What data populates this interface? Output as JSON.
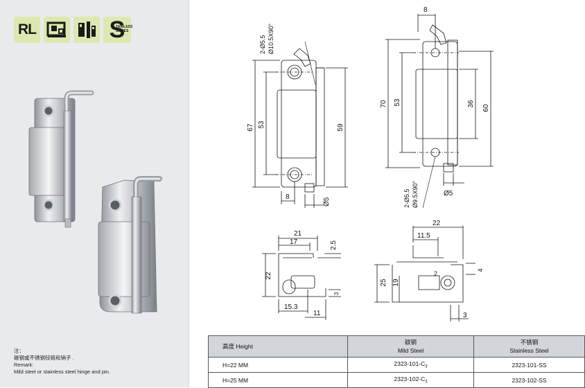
{
  "badges": {
    "rl": "RL",
    "ss_big": "S",
    "ss_small_1": "TAINLESS",
    "ss_small_2": "SERIES"
  },
  "remark": {
    "line1": "注：",
    "line2": "碳钢或不锈钢铰链和销子 .",
    "line3": "Remark:",
    "line4": "Mild steel or stainless steel hinge and pin."
  },
  "drawing_front": {
    "hole": "2-Ø5.5",
    "countersink": "Ø10.5X90°",
    "dim_67": "67",
    "dim_53": "53",
    "dim_59": "59",
    "dim_8": "8",
    "dim_5": "Ø5"
  },
  "drawing_back": {
    "dim_8": "8",
    "dim_70": "70",
    "dim_53": "53",
    "dim_36": "36",
    "dim_60": "60",
    "dim_5": "Ø5",
    "hole": "2-Ø5.5",
    "countersink": "Ø9.5X90°"
  },
  "drawing_top_left": {
    "dim_21": "21",
    "dim_17": "17",
    "dim_2_5": "2.5",
    "dim_22": "22",
    "dim_3": "3",
    "dim_15_3": "15.3",
    "dim_11": "11"
  },
  "drawing_top_right": {
    "dim_22": "22",
    "dim_11_5": "11.5",
    "dim_4": "4",
    "dim_25": "25",
    "dim_19": "19",
    "dim_2": "2",
    "dim_3": "3"
  },
  "table": {
    "headers": {
      "col1": "高度 Height",
      "col2_cn": "碳钢",
      "col2_en": "Mild Steel",
      "col3_cn": "不锈钢",
      "col3_en": "Stainless Steel"
    },
    "rows": [
      {
        "height": "H=22 MM",
        "mild_base": "2323-101-C",
        "mild_sub": "3",
        "ss": "2323-101-SS"
      },
      {
        "height": "H=25 MM",
        "mild_base": "2323-102-C",
        "mild_sub": "3",
        "ss": "2323-102-SS"
      }
    ]
  }
}
